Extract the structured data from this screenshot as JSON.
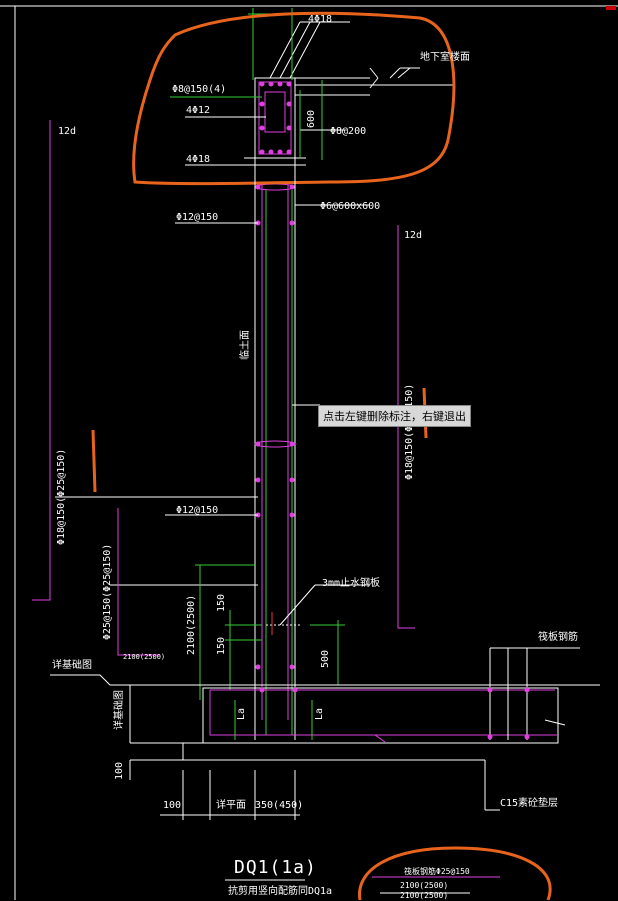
{
  "tooltip": "点击左键删除标注，右键退出",
  "title": "DQ1(1a)",
  "subtitle": "抗剪用竖向配筋同DQ1a",
  "labels": {
    "top_4phi18": "4Φ18",
    "ground_floor": "地下室楼面",
    "stirrup_8_150": "Φ8@150(4)",
    "rebar_4phi12": "4Φ12",
    "dim_600": "600",
    "tie_8_200": "Φ8@200",
    "bot_4phi18": "4Φ18",
    "tie_6": "Φ6@600x600",
    "horiz_12_150": "Φ12@150",
    "len_12d_left": "12d",
    "len_12d_right": "12d",
    "wall_label": "临土面",
    "vert_left": "Φ18@150(Φ25@150)",
    "vert_right": "Φ18@150(Φ18@150)",
    "horiz_12_150b": "Φ12@150",
    "dowel": "Φ25@150(Φ25@150)",
    "waterstop": "3mm止水钢板",
    "dim_150a": "150",
    "dim_2100": "2100(2500)",
    "dim_150b": "150",
    "dim_500": "500",
    "dim_2100b": "2100(2500)",
    "detail_ref": "详基础图",
    "foundation_beam": "筏板钢筋",
    "detail_ref2": "详基础图",
    "la_left": "La",
    "la_right": "La",
    "dim_100v": "100",
    "dim_100": "100",
    "detail_ref3": "详平面",
    "dim_350": "350(450)",
    "cushion": "C15素砼垫层",
    "circled_1": "筏板钢筋Φ25@150",
    "circled_2": "2100(2500)",
    "circled_3": "2100(2500)"
  }
}
